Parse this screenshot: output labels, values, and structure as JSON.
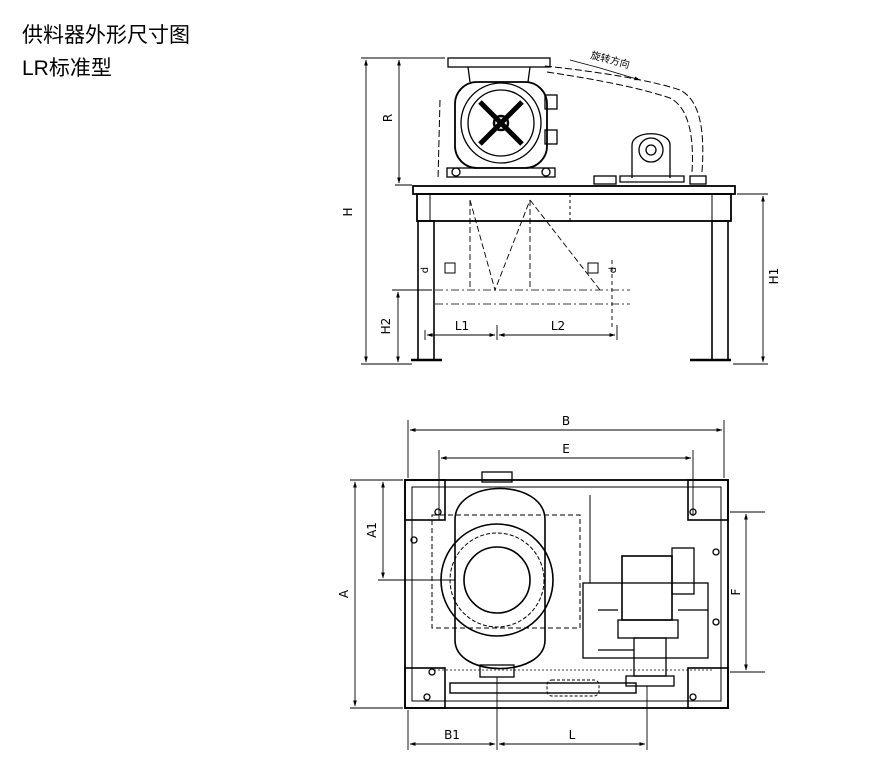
{
  "title": "供料器外形尺寸图",
  "subtitle": "LR标准型",
  "side_view": {
    "labels": {
      "H": "H",
      "R": "R",
      "H1": "H1",
      "H2": "H2",
      "L1": "L1",
      "L2": "L2",
      "d": "d",
      "rotation": "旋转方向"
    }
  },
  "top_view": {
    "labels": {
      "B": "B",
      "E": "E",
      "A": "A",
      "A1": "A1",
      "F": "F",
      "B1": "B1",
      "L": "L"
    }
  }
}
